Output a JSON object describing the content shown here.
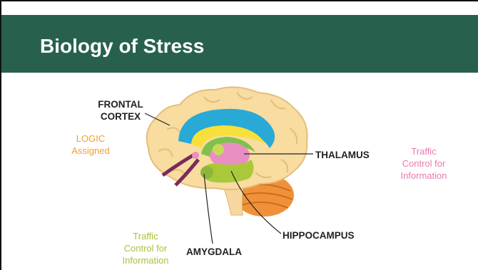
{
  "slide": {
    "title": "Biology of Stress"
  },
  "labels": {
    "frontal_cortex_line1": "FRONTAL",
    "frontal_cortex_line2": "CORTEX",
    "thalamus": "THALAMUS",
    "hippocampus": "HIPPOCAMPUS",
    "amygdala": "AMYGDALA"
  },
  "notes": {
    "logic_line1": "LOGIC",
    "logic_line2": "Assigned",
    "thalamus_line1": "Traffic",
    "thalamus_line2": "Control for",
    "thalamus_line3": "Information",
    "amygdala_line1": "Traffic",
    "amygdala_line2": "Control for",
    "amygdala_line3": "Information"
  },
  "colors": {
    "header": "#27614d",
    "logic_note": "#f0a030",
    "thalamus_note": "#e87ab0",
    "amygdala_note": "#a8c23a"
  }
}
